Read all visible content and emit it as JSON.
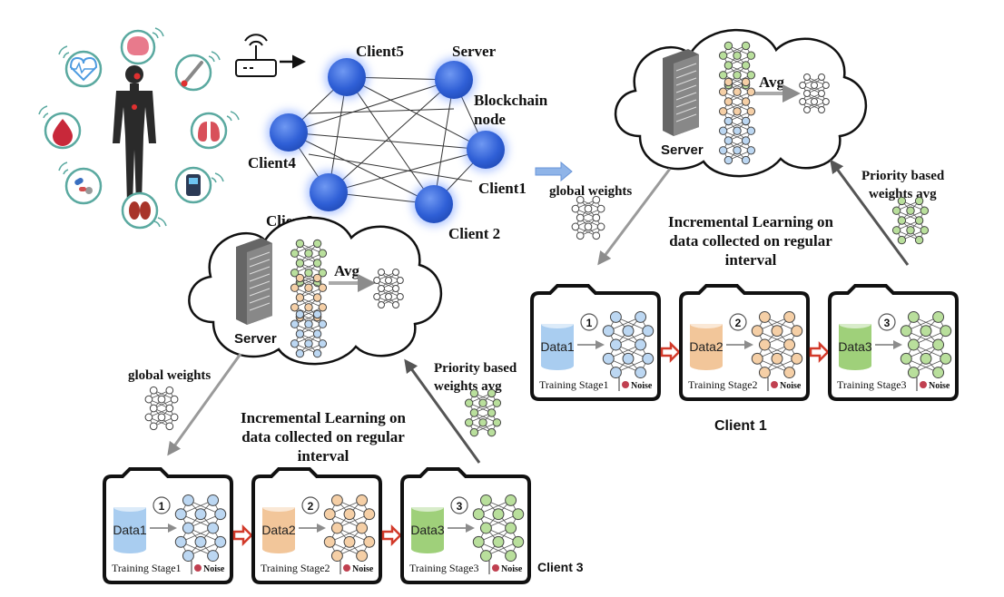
{
  "network": {
    "nodes": [
      {
        "key": "client5",
        "label": "Client5"
      },
      {
        "key": "server",
        "label": "Server"
      },
      {
        "key": "blockchain1",
        "label": "Blockchain"
      },
      {
        "key": "blockchain2",
        "label": "node"
      },
      {
        "key": "client4",
        "label": "Client4"
      },
      {
        "key": "client1",
        "label": "Client1"
      },
      {
        "key": "client3",
        "label": "Client3"
      },
      {
        "key": "client2",
        "label": "Client 2"
      }
    ]
  },
  "upper": {
    "server_label": "Server",
    "avg_label": "Avg",
    "global_weights": "global weights",
    "priority1": "Priority based",
    "priority2": "weights avg",
    "incremental": [
      "Incremental Learning on",
      "data collected on regular",
      "interval"
    ],
    "client_label": "Client 1",
    "stages": [
      {
        "data": "Data1",
        "num": "1",
        "stage": "Training Stage1",
        "noise": "Noise"
      },
      {
        "data": "Data2",
        "num": "2",
        "stage": "Training Stage2",
        "noise": "Noise"
      },
      {
        "data": "Data3",
        "num": "3",
        "stage": "Training Stage3",
        "noise": "Noise"
      }
    ]
  },
  "lower": {
    "server_label": "Server",
    "avg_label": "Avg",
    "global_weights": "global weights",
    "priority1": "Priority based",
    "priority2": "weights avg",
    "incremental": [
      "Incremental Learning on",
      "data collected on regular",
      "interval"
    ],
    "client_label": "Client 3",
    "stages": [
      {
        "data": "Data1",
        "num": "1",
        "stage": "Training Stage1",
        "noise": "Noise"
      },
      {
        "data": "Data2",
        "num": "2",
        "stage": "Training Stage2",
        "noise": "Noise"
      },
      {
        "data": "Data3",
        "num": "3",
        "stage": "Training Stage3",
        "noise": "Noise"
      }
    ]
  },
  "colors": {
    "node_blue": "#3d6fe0",
    "data1": "#a9cdf0",
    "data2": "#f2c69a",
    "data3": "#9fd07a",
    "nn_blue": "#bcd7f2",
    "nn_orange": "#f5cfa6",
    "nn_green": "#b9df9c",
    "arrow_red": "#d23a2a",
    "arrow_gray": "#9a9a9a"
  },
  "icons": [
    "human-body-icon",
    "router-icon",
    "brain-icon",
    "heart-monitor-icon",
    "thermometer-icon",
    "lungs-icon",
    "blood-drop-icon",
    "glucometer-icon",
    "pills-icon",
    "kidney-icon"
  ]
}
